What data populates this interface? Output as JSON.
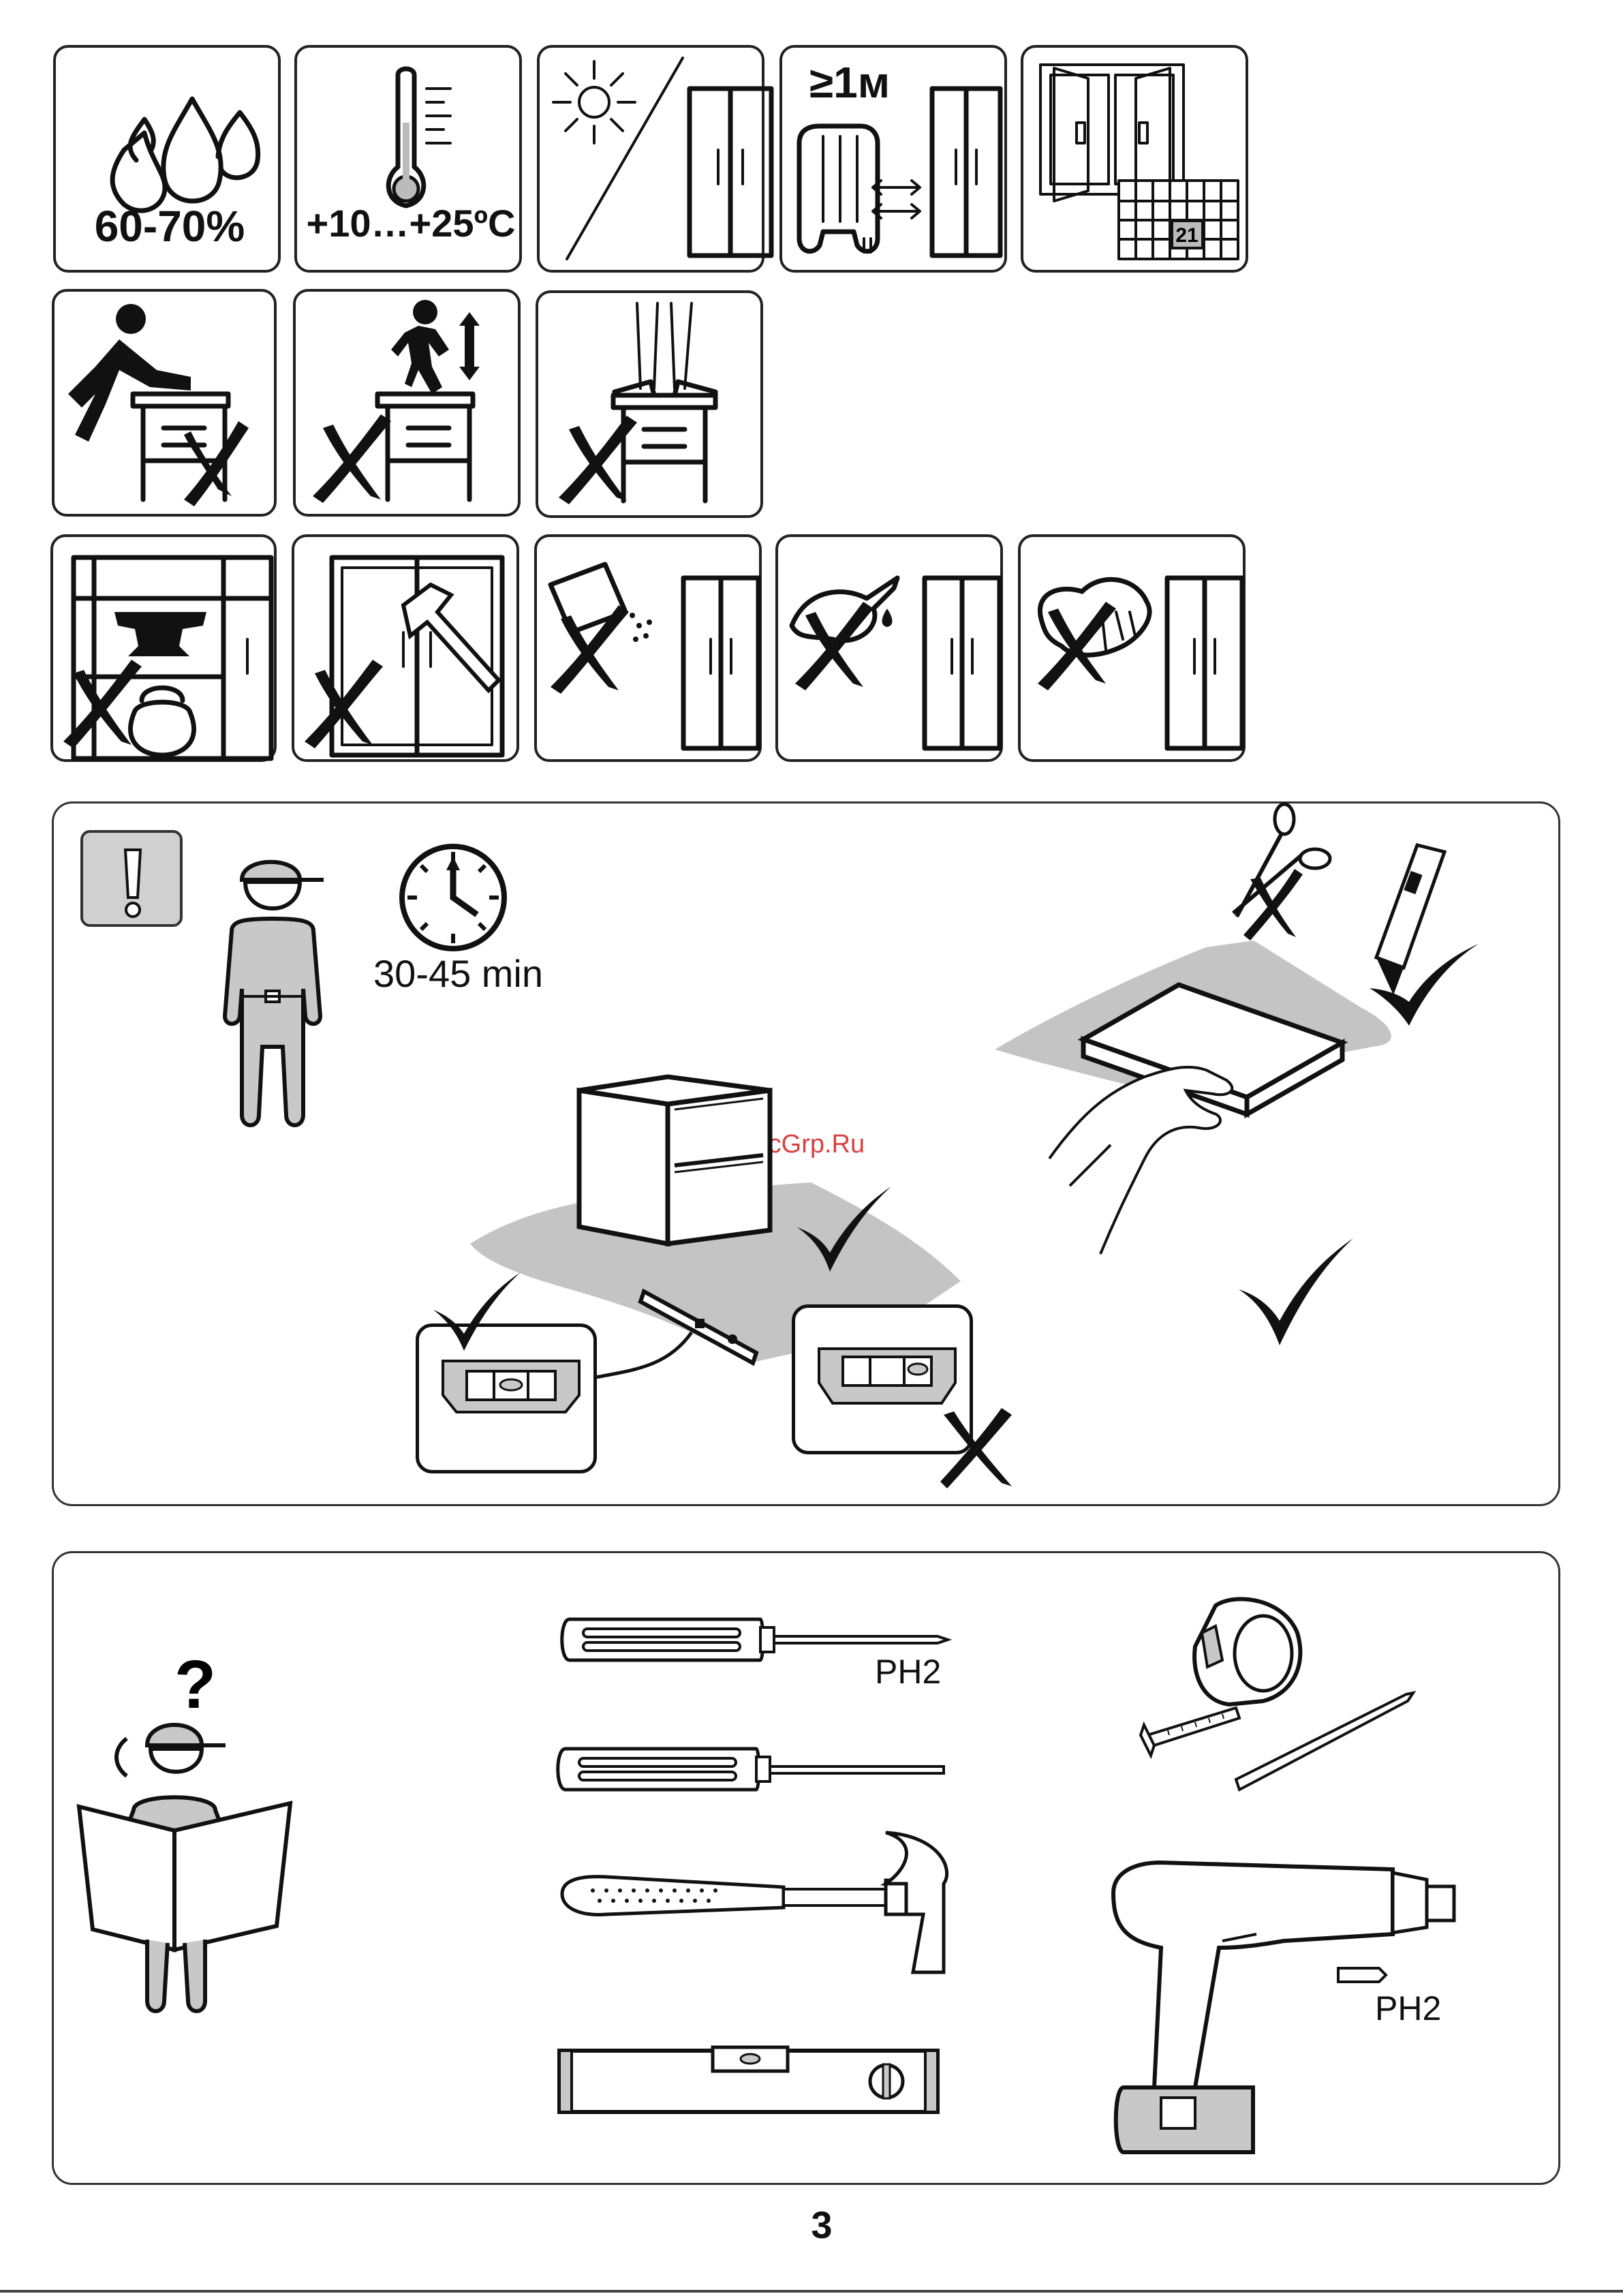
{
  "care_icons": {
    "humidity_label": "60-70%",
    "temperature_label": "+10…+25ºC",
    "distance_label": "≥1м",
    "calendar_number": "21"
  },
  "prep_panel": {
    "time_label": "30-45 min",
    "watermark": "McGrp.Ru"
  },
  "tools_panel": {
    "phillips_label": "PH2",
    "bit_label": "PH2"
  },
  "page": {
    "number": "3"
  }
}
